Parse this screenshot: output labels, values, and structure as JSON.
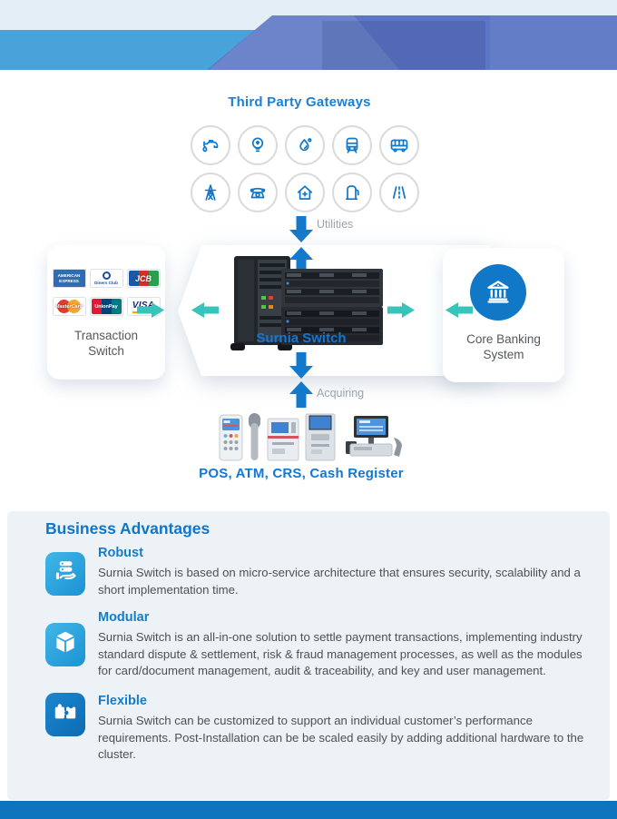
{
  "colors": {
    "accent_blue": "#1278d2",
    "heading_blue": "#0f76c9",
    "teal_arrow": "#38c3bb",
    "sky_band": "#4aa2da",
    "violet_band": "#5b76c4",
    "panel_bg": "#edf2f6",
    "footer_blue": "#0d74bd",
    "circle_border": "#d9dadc"
  },
  "gateways": {
    "title": "Third Party Gateways",
    "icons_row1": [
      "water-tap-icon",
      "light-bulb-icon",
      "gas-flame-icon",
      "train-icon",
      "bus-icon"
    ],
    "icons_row2": [
      "power-tower-icon",
      "telephone-icon",
      "house-plus-icon",
      "fuel-pump-icon",
      "road-icon"
    ]
  },
  "flow": {
    "utilities_label": "Utilities",
    "acquiring_label": "Acquiring",
    "switch_label": "Surnia Switch",
    "devices_label": "POS, ATM, CRS, Cash Register",
    "device_icons": [
      "pos-terminal",
      "handheld-scanner",
      "atm",
      "crs-kiosk",
      "cash-register"
    ],
    "transaction_switch": {
      "label_lines": [
        "Transaction",
        "Switch"
      ],
      "cards": [
        {
          "name": "American Express",
          "display": "AMERICAN EXPRESS"
        },
        {
          "name": "Diners Club",
          "display": "Diners Club"
        },
        {
          "name": "JCB",
          "display": "JCB"
        },
        {
          "name": "MasterCard",
          "display": "MasterCard"
        },
        {
          "name": "UnionPay",
          "display": "UnionPay"
        },
        {
          "name": "VISA",
          "display": "VISA"
        }
      ]
    },
    "core_banking": {
      "label_lines": [
        "Core Banking",
        "System"
      ],
      "icon": "bank-icon"
    }
  },
  "advantages": {
    "title": "Business Advantages",
    "items": [
      {
        "heading": "Robust",
        "icon": "servers-on-hand-icon",
        "body": "Surnia Switch is based on micro-service architecture that ensures security, scalability and a short implementation time."
      },
      {
        "heading": "Modular",
        "icon": "cube-icon",
        "body": "Surnia Switch is an all-in-one solution to settle payment transactions, implementing industry standard dispute & settlement, risk & fraud management processes, as well as the modules for card/document management, audit & traceability, and key and user management."
      },
      {
        "heading": "Flexible",
        "icon": "puzzle-icon",
        "body": "Surnia Switch can be customized to support an individual customer’s performance requirements. Post-Installation can be be scaled easily by adding additional hardware to the cluster."
      }
    ]
  }
}
